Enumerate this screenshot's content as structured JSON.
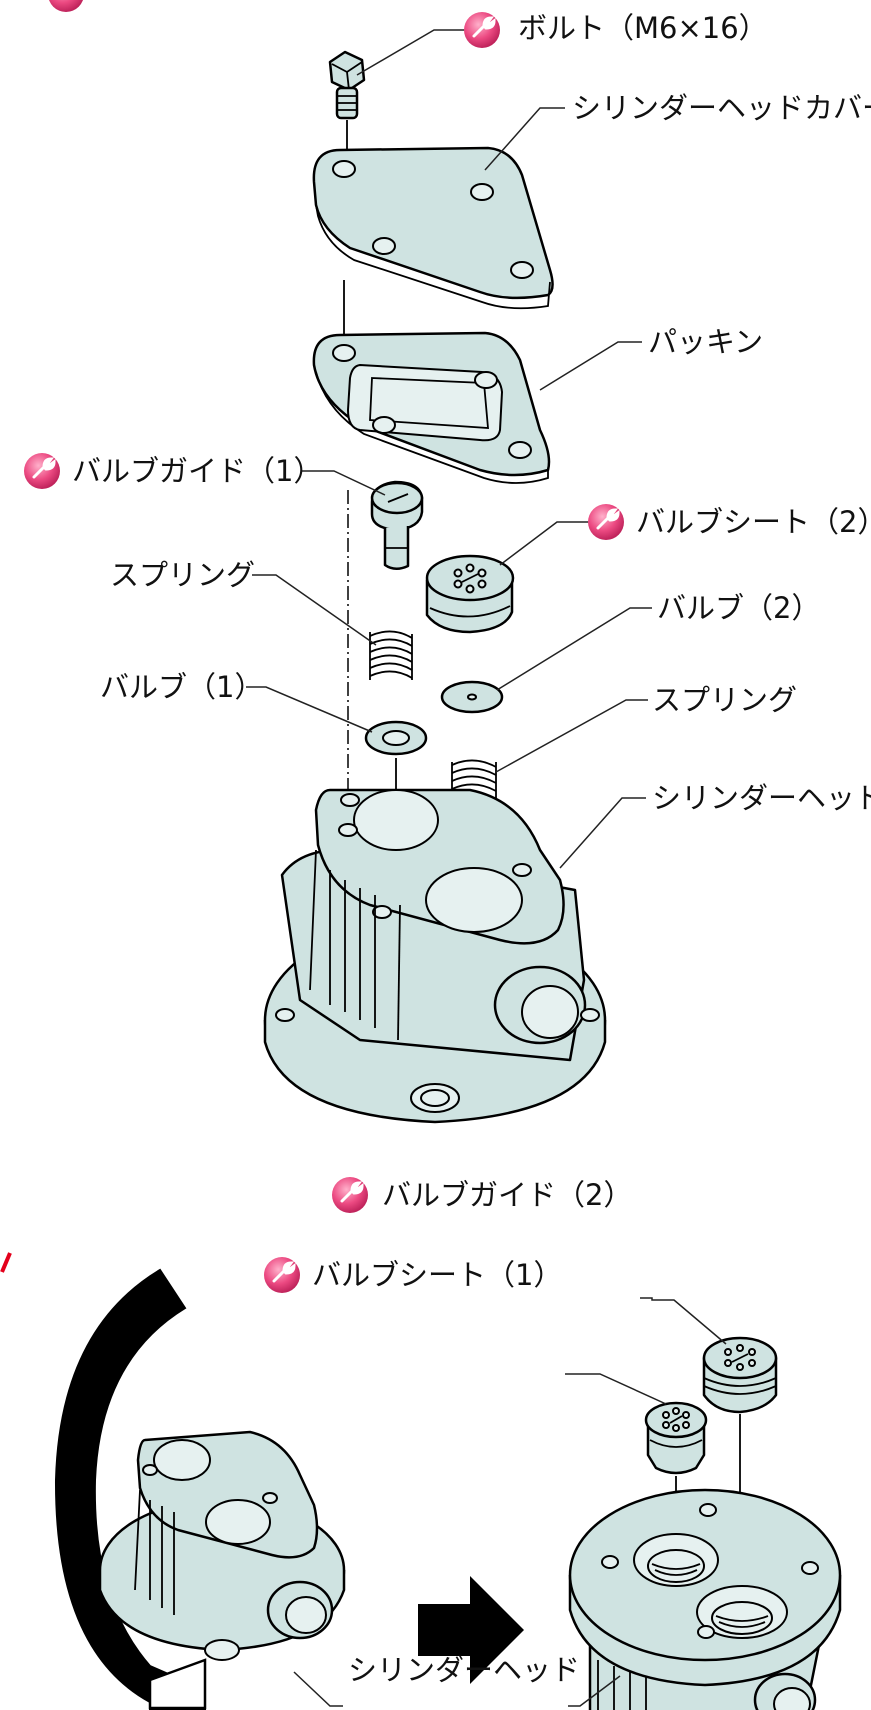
{
  "labels": {
    "bolt": "ボルト（M6×16）",
    "head_cover": "シリンダーヘッドカバー",
    "gasket": "パッキン",
    "valve_guide_1": "バルブガイド（1）",
    "valve_seat_2": "バルブシート（2）",
    "spring_left": "スプリング",
    "valve_2": "バルブ（2）",
    "valve_1": "バルブ（1）",
    "spring_right": "スプリング",
    "cylinder_head_top": "シリンダーヘッド",
    "valve_guide_2": "バルブガイド（2）",
    "valve_seat_1": "バルブシート（1）",
    "cylinder_head_bottom": "シリンダーヘッド"
  },
  "icons": {
    "tool_icon": "wrench-tool-icon",
    "arrow_icon": "right-arrow-icon",
    "flip_icon": "flip-rotation-arrow-icon"
  },
  "colors": {
    "part_fill": "#cfe3e1",
    "tool_badge": "#e8407a",
    "outline": "#000000"
  }
}
